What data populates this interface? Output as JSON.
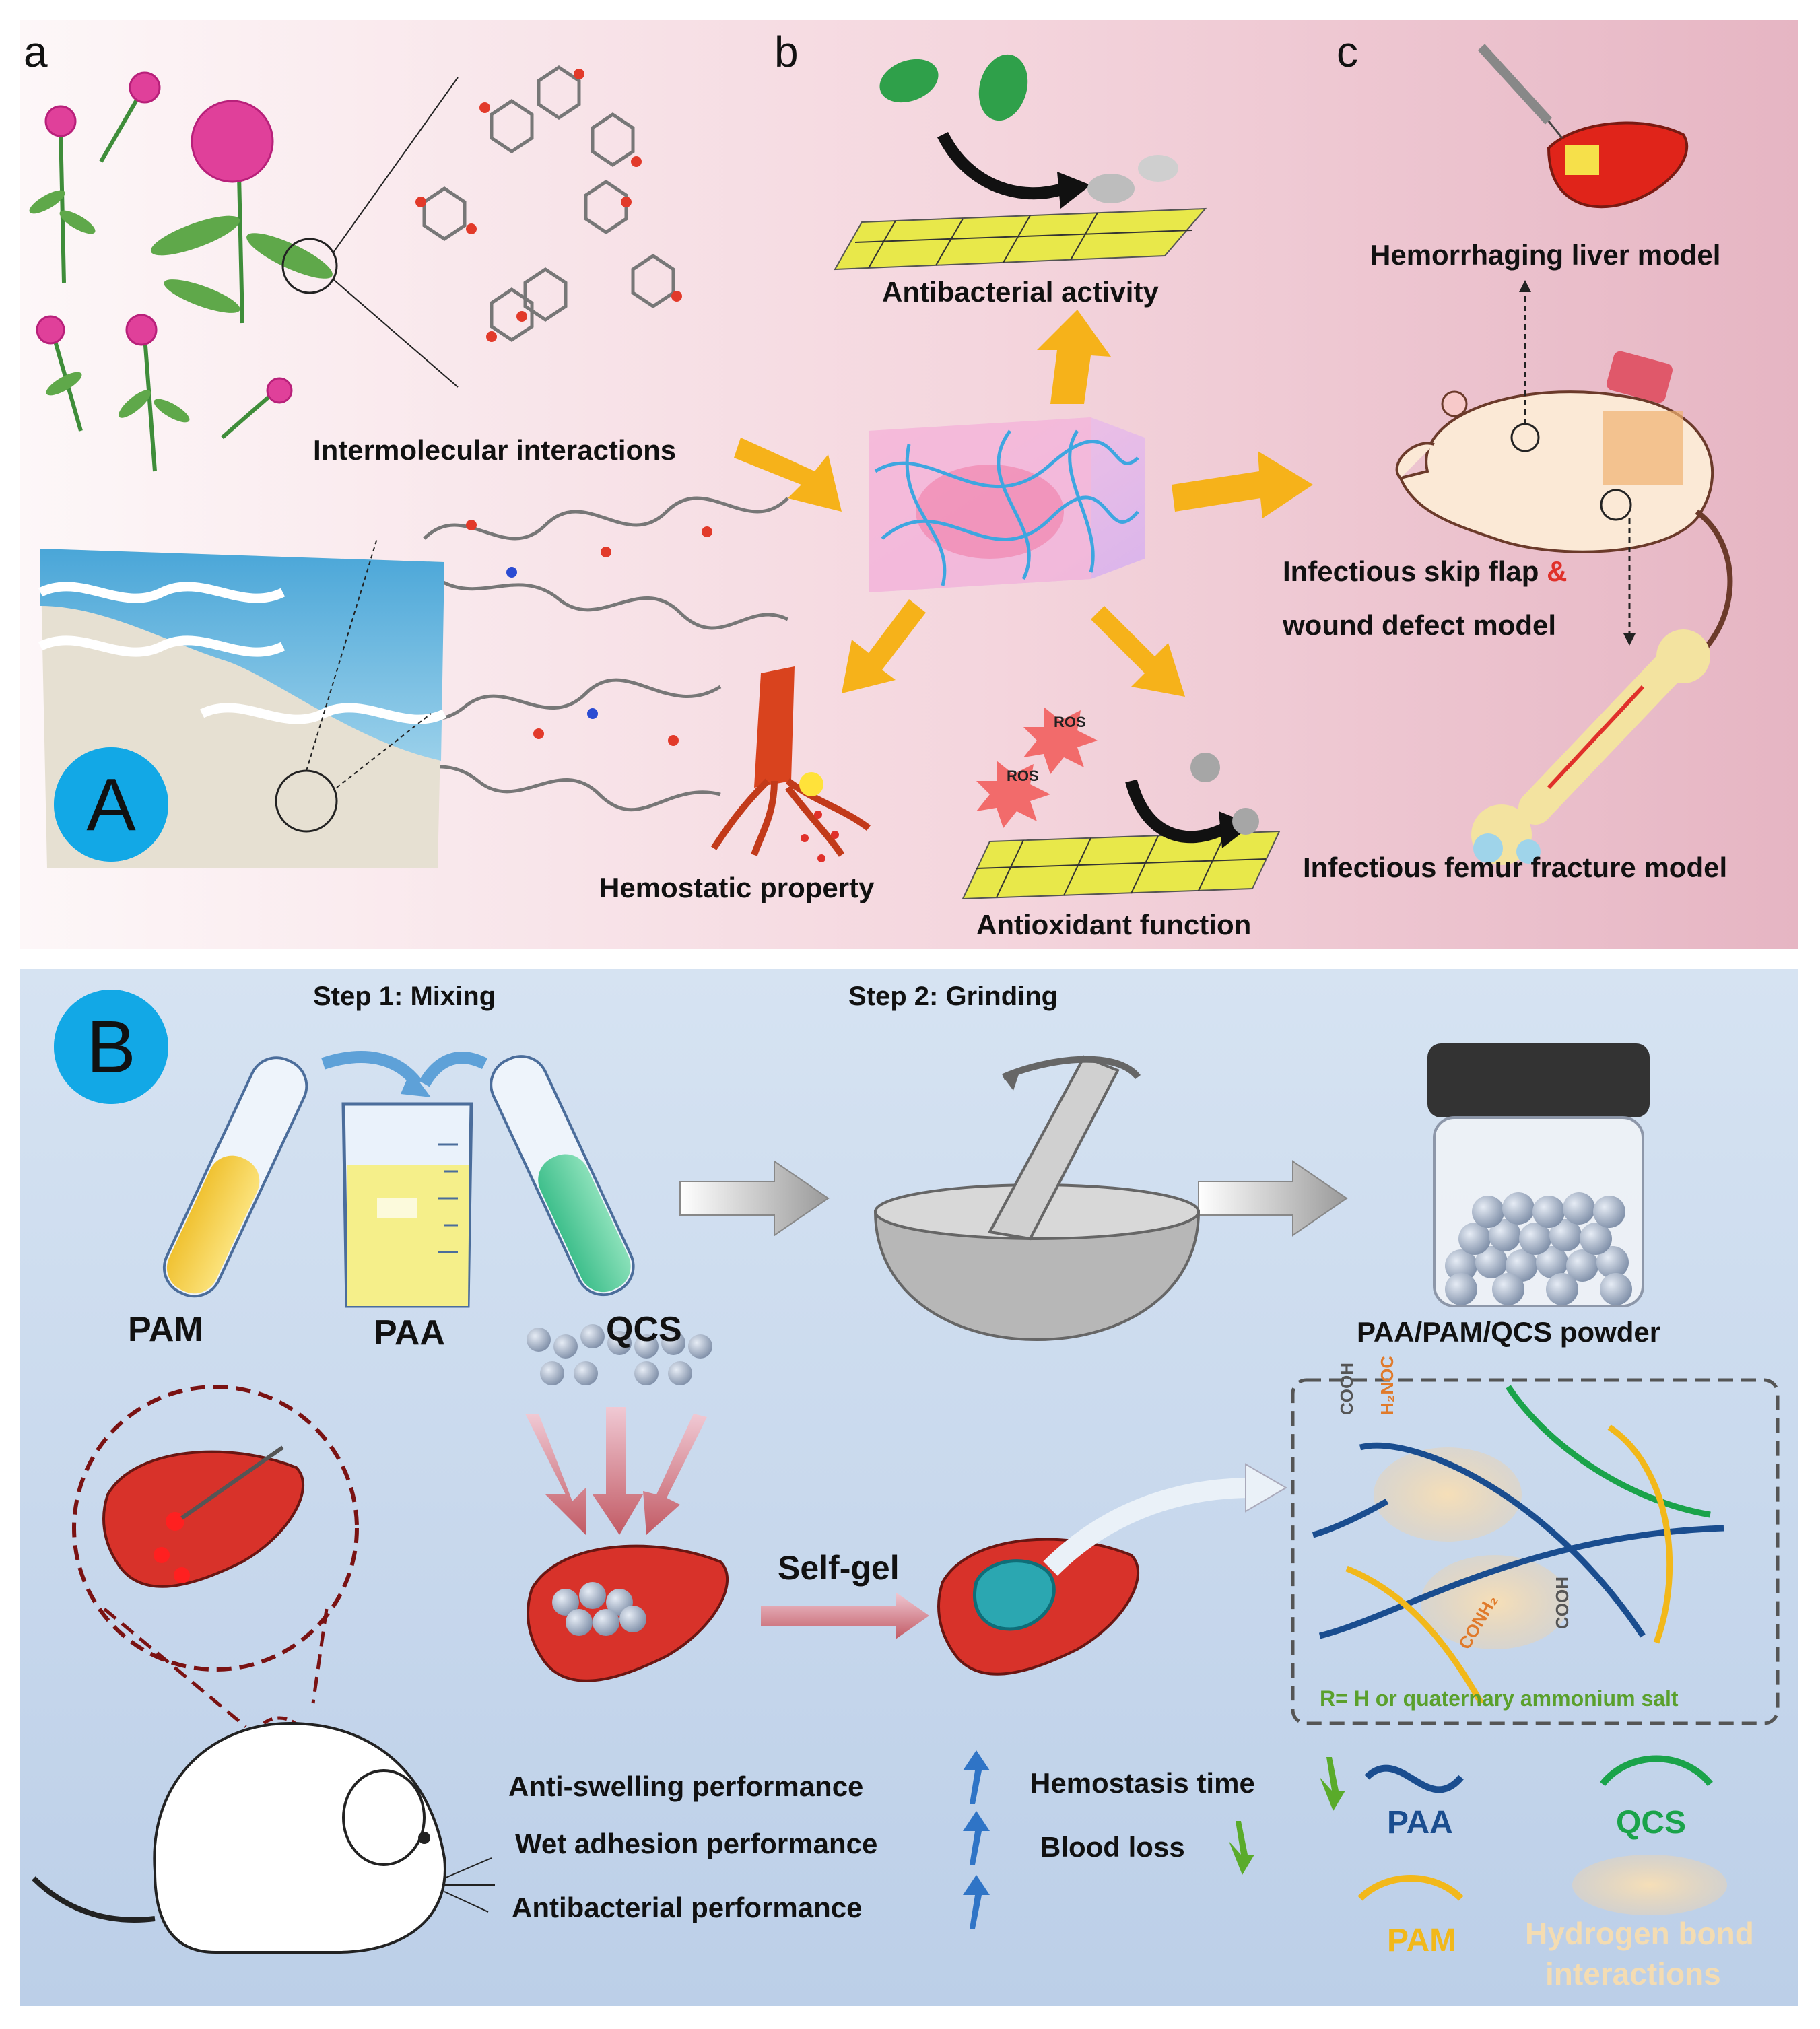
{
  "colors": {
    "panel_a_bg_start": "#fdf6f7",
    "panel_a_bg_end": "#e8b9c6",
    "panel_b_bg": "#c8d9ee",
    "badge": "#12a8e6",
    "arrow_orange": "#f6b21a",
    "paa": "#1a4d8f",
    "pam": "#f2b81a",
    "qcs": "#1aa34a",
    "accent_red": "#e0302a",
    "r_note_green": "#5aa02c"
  },
  "panel_a": {
    "badge": "A",
    "sub_a": "a",
    "sub_b": "b",
    "sub_c": "c",
    "intermolecular": "Intermolecular interactions",
    "antibacterial_activity": "Antibacterial activity",
    "hemostatic_property": "Hemostatic property",
    "antioxidant_function": "Antioxidant function",
    "ros": "ROS",
    "hemorrhaging_liver": "Hemorrhaging liver model",
    "skip_flap": "Infectious skip flap",
    "ampersand": "&",
    "wound_defect": "wound defect model",
    "femur_fracture": "Infectious femur fracture model"
  },
  "panel_b": {
    "badge": "B",
    "step1": "Step 1: Mixing",
    "step2": "Step 2: Grinding",
    "pam": "PAM",
    "paa": "PAA",
    "qcs": "QCS",
    "powder": "PAA/PAM/QCS powder",
    "self_gel": "Self-gel",
    "anti_swelling": "Anti-swelling performance",
    "wet_adhesion": "Wet adhesion performance",
    "antibacterial_perf": "Antibacterial performance",
    "hemostasis_time": "Hemostasis time",
    "blood_loss": "Blood loss",
    "r_note": "R= H or quaternary ammonium salt",
    "cooh": "COOH",
    "h2noc": "H₂NOC",
    "conh2": "CONH₂",
    "legend_paa": "PAA",
    "legend_qcs": "QCS",
    "legend_pam": "PAM",
    "legend_hb_1": "Hydrogen bond",
    "legend_hb_2": "interactions"
  }
}
